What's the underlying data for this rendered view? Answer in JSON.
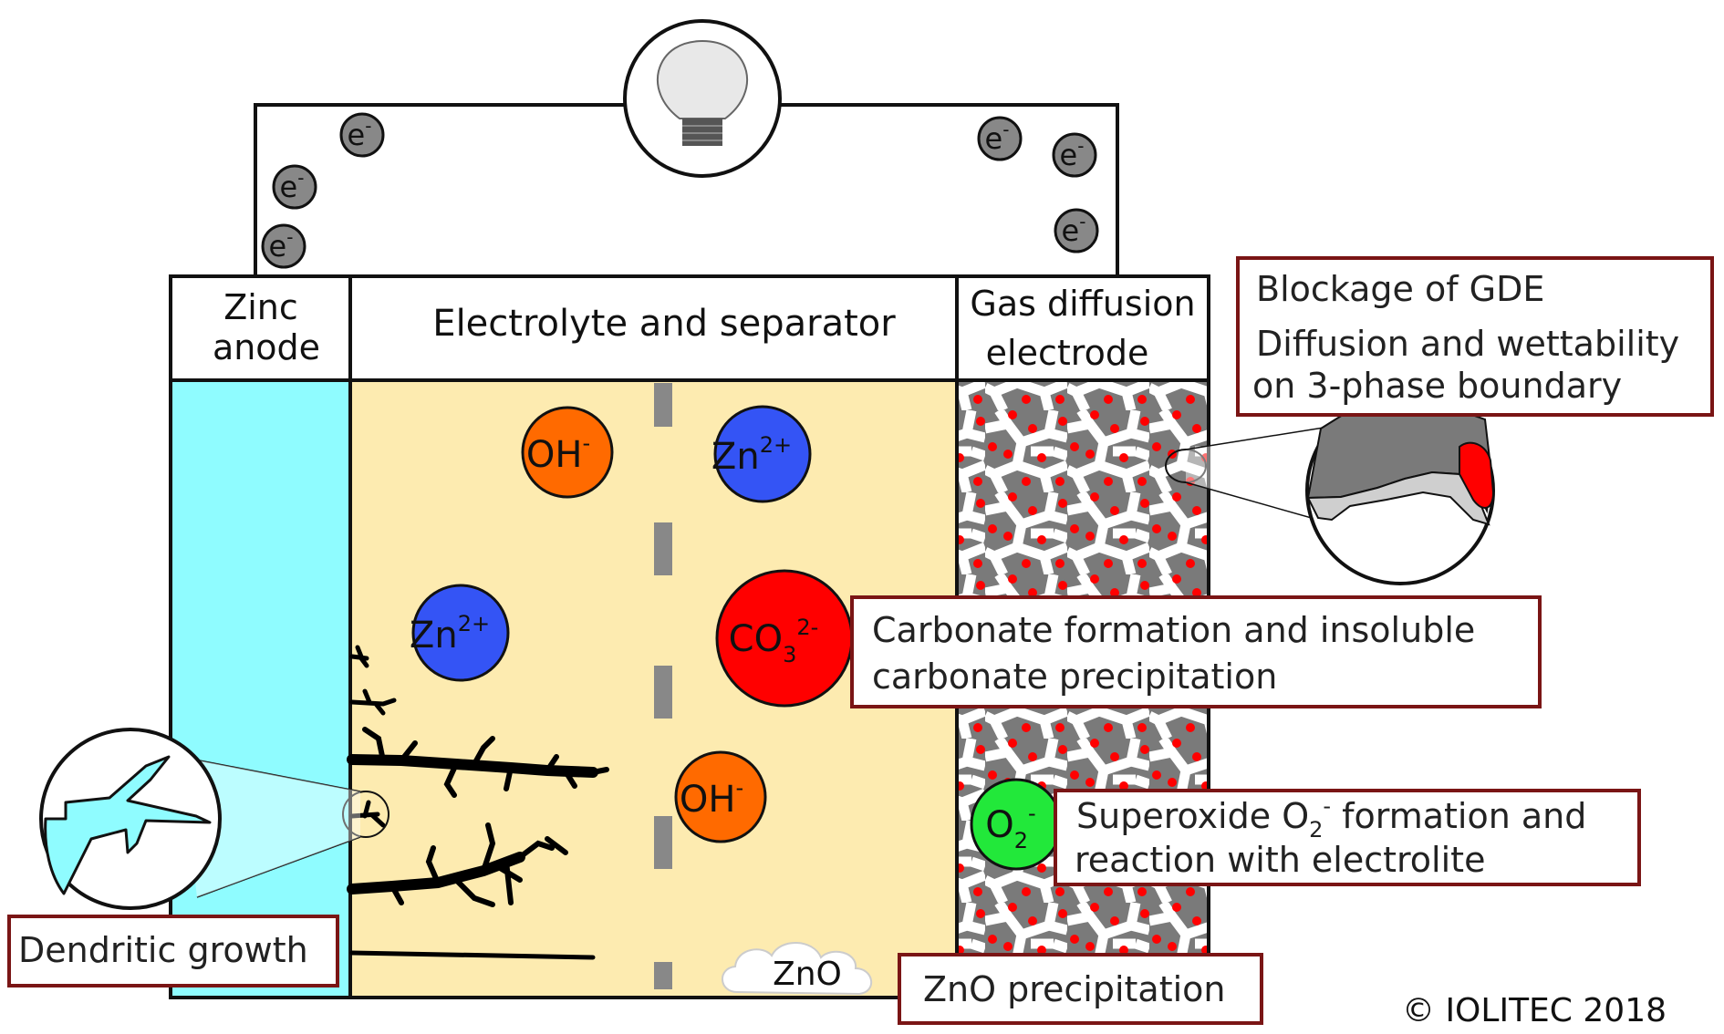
{
  "headers": {
    "anode_line1": "Zinc",
    "anode_line2": "anode",
    "electrolyte": "Electrolyte and separator",
    "gde_line1": "Gas diffusion",
    "gde_line2": "electrode"
  },
  "ions": {
    "oh_top": {
      "base": "OH",
      "sup": "-"
    },
    "zn_top": {
      "base": "Zn",
      "sup": "2+"
    },
    "zn_left": {
      "base": "Zn",
      "sup": "2+"
    },
    "co3": {
      "base": "CO",
      "sub": "3",
      "sup": "2-"
    },
    "oh_bottom": {
      "base": "OH",
      "sup": "-"
    },
    "o2": {
      "base": "O",
      "sub": "2",
      "sup": "-"
    },
    "electron": {
      "base": "e",
      "sup": "-"
    }
  },
  "zno_cloud_label": "ZnO",
  "callouts": {
    "gde_block": {
      "line1": "Blockage of GDE",
      "line2": "Diffusion and wettability",
      "line3": "on 3-phase boundary"
    },
    "carbonate": {
      "line1": "Carbonate formation and insoluble",
      "line2": "carbonate precipitation"
    },
    "superoxide": {
      "line1_pre": "Superoxide O",
      "line1_sub": "2",
      "line1_sup": "-",
      "line1_post": " formation and",
      "line2": "reaction with electrolite"
    },
    "dendrite": "Dendritic growth",
    "zno": "ZnO precipitation"
  },
  "copyright": "© IOLITEC 2018",
  "colors": {
    "anode": "#8ffcff",
    "electrolyte": "#fdebb0",
    "gde_gray": "#7a7a7a",
    "callout_border": "#7a1515",
    "oh_orange": "#ff6a00",
    "zn_blue": "#3454f5",
    "co3_red": "#ff0000",
    "o2_green": "#22e83a"
  }
}
